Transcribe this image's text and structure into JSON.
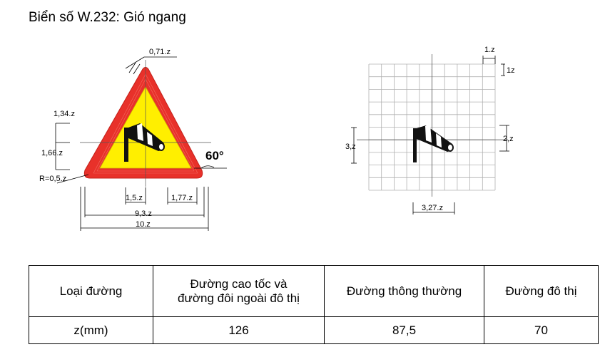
{
  "title": "Biển số W.232: Gió ngang",
  "colors": {
    "sign_border": "#e8312a",
    "sign_fill": "#ffef00",
    "symbol": "#111111",
    "grid": "#b0b0b0"
  },
  "dimensions": {
    "top_corner": "0,71.z",
    "upper_height": "1,34.z",
    "lower_height": "1,66.z",
    "corner_radius": "R=0,5.z",
    "angle": "60°",
    "symbol_gap": "1,5.z",
    "symbol_right": "1,77.z",
    "inner_width": "9,3.z",
    "outer_width": "10.z",
    "grid_cell": "1.z",
    "grid_cell_h": "1z",
    "symbol_height": "3,z",
    "symbol_sock": "2,z",
    "symbol_width": "3,27.z"
  },
  "table": {
    "headers": [
      "Loại đường",
      "Đường cao tốc và đường đôi ngoài đô thị",
      "Đường thông thường",
      "Đường đô thị"
    ],
    "header_lines": {
      "col1": [
        "Đường cao tốc và",
        "đường đôi ngoài đô thị"
      ]
    },
    "row": [
      "z(mm)",
      "126",
      "87,5",
      "70"
    ]
  }
}
